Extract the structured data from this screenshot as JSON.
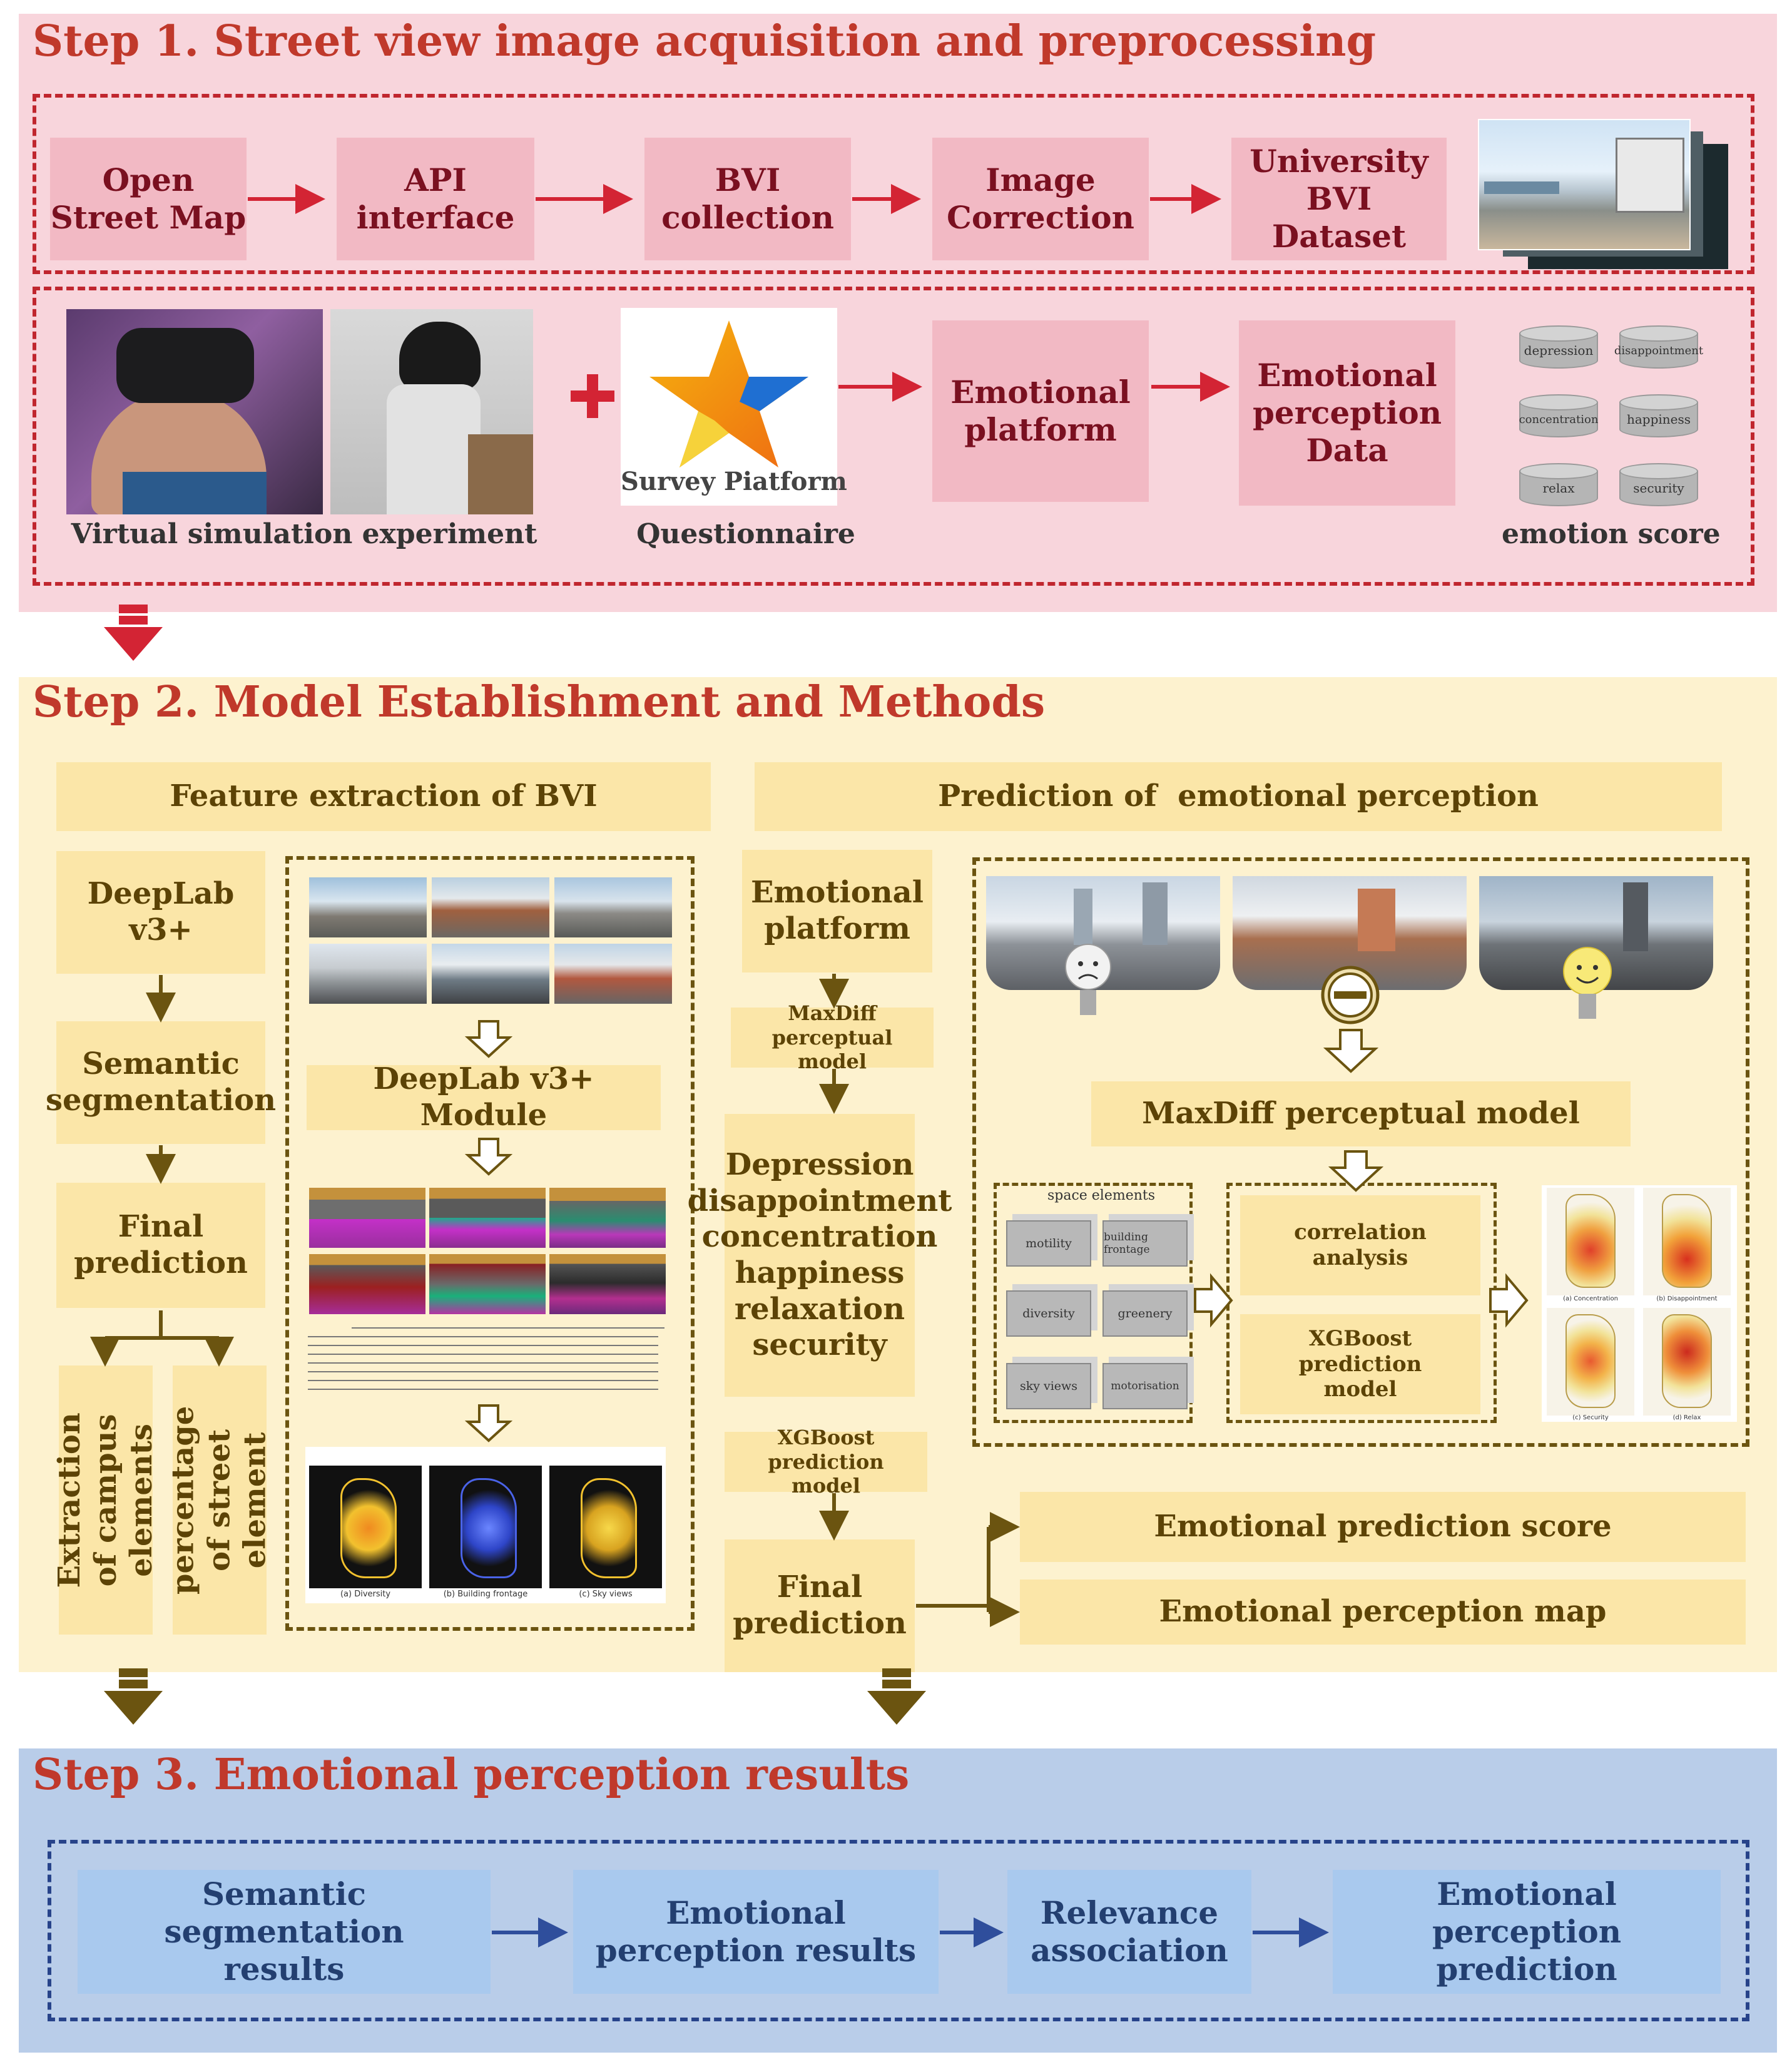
{
  "step1": {
    "title": "Step 1. Street view image acquisition and preprocessing",
    "flow": [
      "Open Street Map",
      "API interface",
      "BVI collection",
      "Image Correction",
      "University BVI Dataset"
    ],
    "vr_caption": "Virtual simulation experiment",
    "survey_logo_text": "Survey Piatform",
    "questionnaire_caption": "Questionnaire",
    "emotional_platform": "Emotional platform",
    "emotional_data": "Emotional perception Data",
    "emotion_items": [
      "depression",
      "disappointment",
      "concentration",
      "happiness",
      "relax",
      "security"
    ],
    "emotion_caption": "emotion score"
  },
  "step2": {
    "title": "Step 2. Model Establishment and Methods",
    "left_header": "Feature extraction of BVI",
    "right_header": "Prediction of  emotional perception",
    "left_flow": [
      "DeepLab v3+",
      "Semantic segmentation",
      "Final prediction"
    ],
    "branch_a": "Extraction of campus elements",
    "branch_b": "percentage of street element",
    "module_label": "DeepLab v3+ Module",
    "map_captions": [
      "(a) Diversity",
      "(b) Building frontage",
      "(c) Sky views"
    ],
    "mid_flow": {
      "platform": "Emotional platform",
      "maxdiff": "MaxDiff perceptual model",
      "emotions": [
        "Depression",
        "disappointment",
        "concentration",
        "happiness",
        "relaxation",
        "security"
      ],
      "xgboost": "XGBoost prediction model",
      "final": "Final prediction"
    },
    "right_maxdiff": "MaxDiff perceptual model",
    "space_title": "space elements",
    "space_elements": [
      "motility",
      "building frontage",
      "diversity",
      "greenery",
      "sky views",
      "motorisation"
    ],
    "correlation": "correlation analysis",
    "xgboost_right": "XGBoost prediction model",
    "result_map_captions": [
      "(a) Concentration",
      "(b) Disappointment",
      "(c) Security",
      "(d) Relax"
    ],
    "outputs": [
      "Emotional prediction score",
      "Emotional perception map"
    ]
  },
  "step3": {
    "title": "Step 3. Emotional perception results",
    "flow": [
      "Semantic segmentation results",
      "Emotional perception results",
      "Relevance association",
      "Emotional perception prediction"
    ]
  },
  "colors": {
    "step1_bg": "#f8d5dc",
    "step2_bg": "#fdf2cf",
    "step3_bg": "#b9cde9",
    "title_red": "#c0392b",
    "arrow_red": "#d32434",
    "arrow_brown": "#6b5410",
    "arrow_blue": "#2f4e9c"
  }
}
